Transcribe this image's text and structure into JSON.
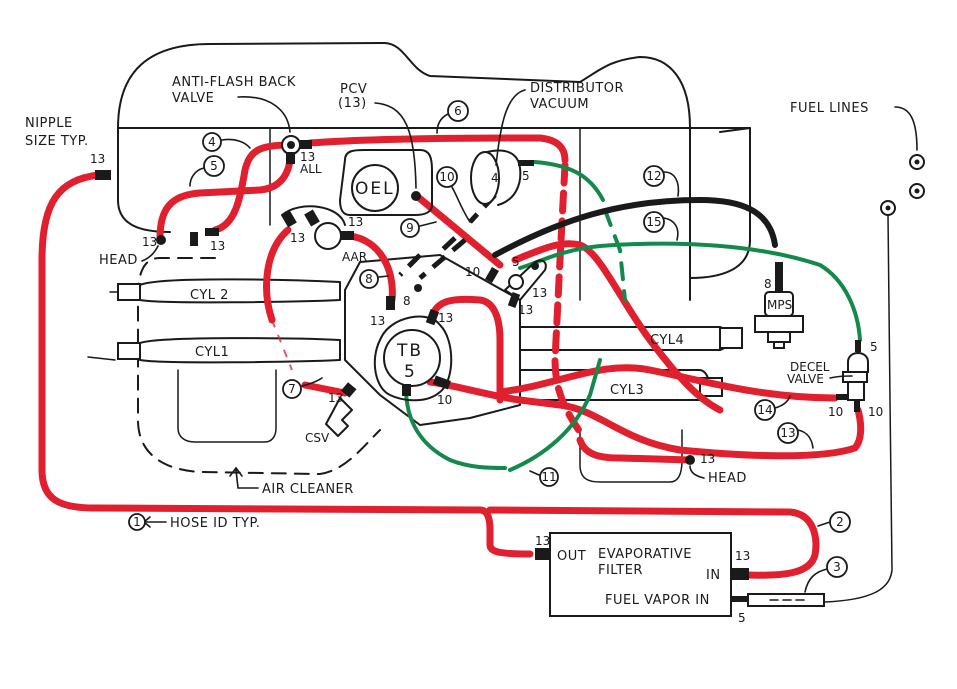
{
  "diagram": {
    "title": "Vacuum hose routing diagram",
    "colors": {
      "red_hose": "#e0202e",
      "green_hose": "#138a4b",
      "black_hose": "#1a1a1a",
      "outline": "#1a1a1a"
    },
    "callouts": {
      "nipple_size": [
        "NIPPLE",
        "SIZE TYP."
      ],
      "anti_flash_back": [
        "ANTI-FLASH BACK",
        "VALVE"
      ],
      "pcv": [
        "PCV",
        "(13)"
      ],
      "distributor_vacuum": [
        "DISTRIBUTOR",
        "VACUUM"
      ],
      "fuel_lines": "FUEL LINES",
      "air_cleaner": "AIR CLEANER",
      "hose_id": "HOSE ID TYP.",
      "head_left": "HEAD",
      "head_right": "HEAD",
      "all": "ALL"
    },
    "components": {
      "oel": "OEL",
      "tb": "TB",
      "tb_size": "5",
      "aar": "AAR",
      "csv": "CSV",
      "mps": "MPS",
      "decel_valve": [
        "DECEL",
        "VALVE"
      ],
      "cyl2": "CYL 2",
      "cyl1": "CYL1",
      "cyl4": "CYL4",
      "cyl3": "CYL3",
      "dist_size": "4"
    },
    "evaporative_filter": {
      "title": [
        "EVAPORATIVE",
        "FILTER"
      ],
      "out": "OUT",
      "in": "IN",
      "fuel_vapor_in": "FUEL VAPOR IN",
      "out_size": "13",
      "in_size": "13",
      "fuel_vapor_size": "5"
    },
    "nipple_sizes": {
      "left_hose1": "13",
      "head_left": "13",
      "afb_all": "13",
      "afb_lower": "13",
      "aar_left": "13",
      "aar_right": "13",
      "dist": "5",
      "tb_top_left": "13",
      "tb_top_right": "13",
      "tb_eight": "8",
      "tb_right": "10",
      "csv": "13",
      "junction_five": "5",
      "junction_13a": "13",
      "junction_13b": "13",
      "junction_ten": "10",
      "mps": "8",
      "decel_top": "5",
      "decel_left": "10",
      "decel_bottom": "10",
      "head_right": "13"
    },
    "hose_ids": [
      "1",
      "2",
      "3",
      "4",
      "5",
      "6",
      "7",
      "8",
      "9",
      "10",
      "11",
      "12",
      "13",
      "14",
      "15"
    ]
  }
}
